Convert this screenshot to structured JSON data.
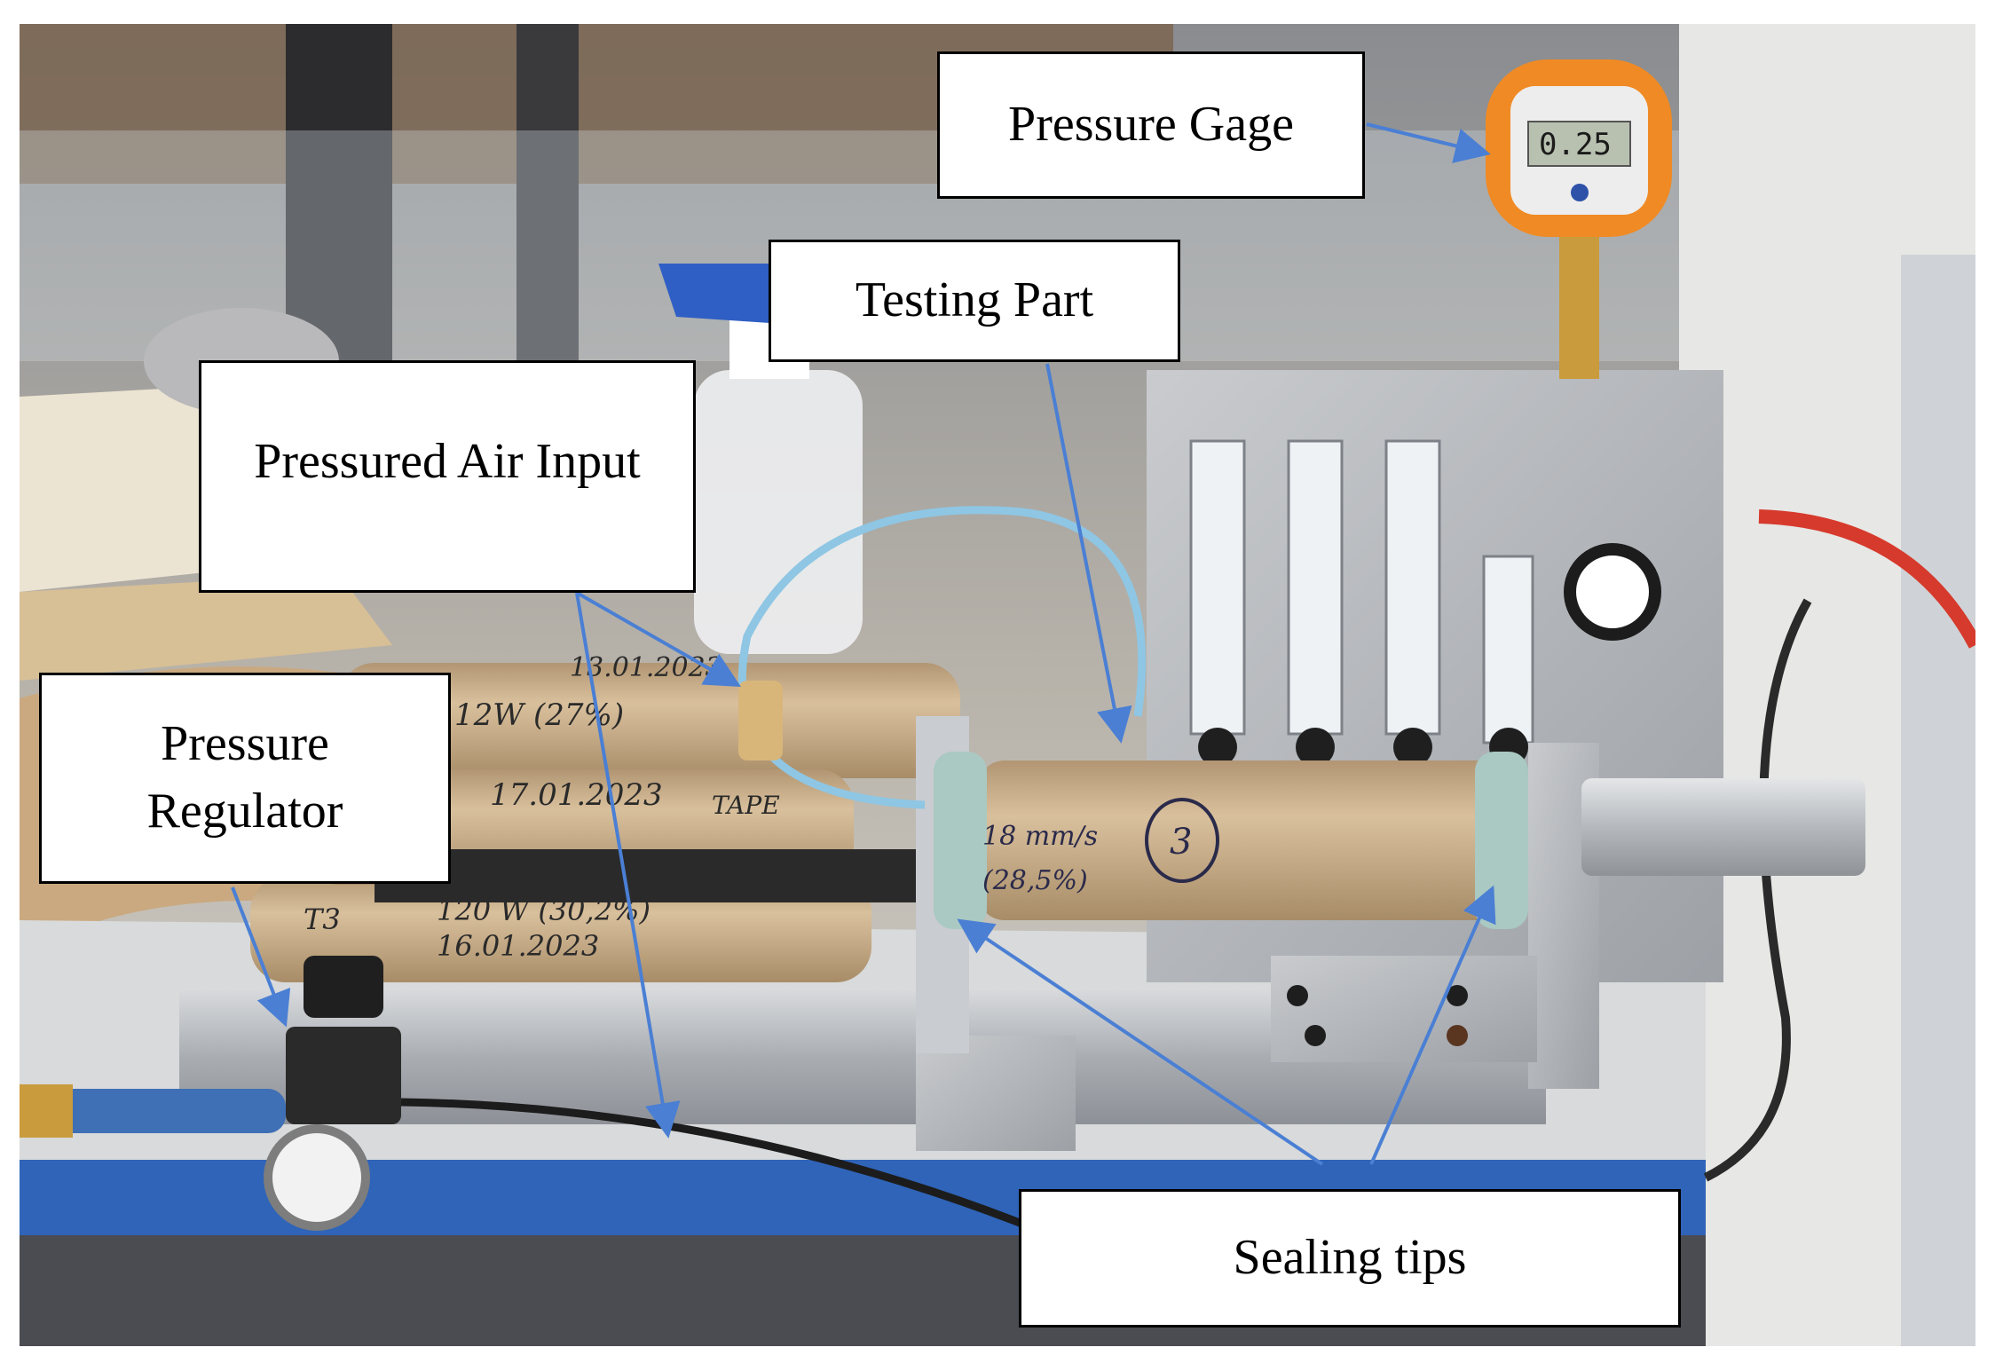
{
  "labels": {
    "pressure_gage": "Pressure Gage",
    "testing_part": "Testing Part",
    "pressured_air_input": "Pressured Air Input",
    "pressure_regulator_line1": "Pressure",
    "pressure_regulator_line2": "Regulator",
    "sealing_tips": "Sealing tips"
  },
  "photo_text": {
    "gauge_display": "0.25",
    "tube_note_1": "18 mm/s",
    "tube_note_2": "(28,5%)",
    "tube_number": "3",
    "roll_1_date": "17.01.2023",
    "roll_1_note": "TAPE",
    "roll_2_date": "16.01.2023",
    "roll_2_note": "120 W (30,2%)",
    "roll_2_id": "T3",
    "roll_3_note": "12W (27%)",
    "roll_3_date": "13.01.2023"
  },
  "colors": {
    "arrow": "#4a7fd4",
    "bench_blue": "#2f64b8",
    "gauge_orange": "#f08a24",
    "tube_kraft": "#c9ad86"
  }
}
